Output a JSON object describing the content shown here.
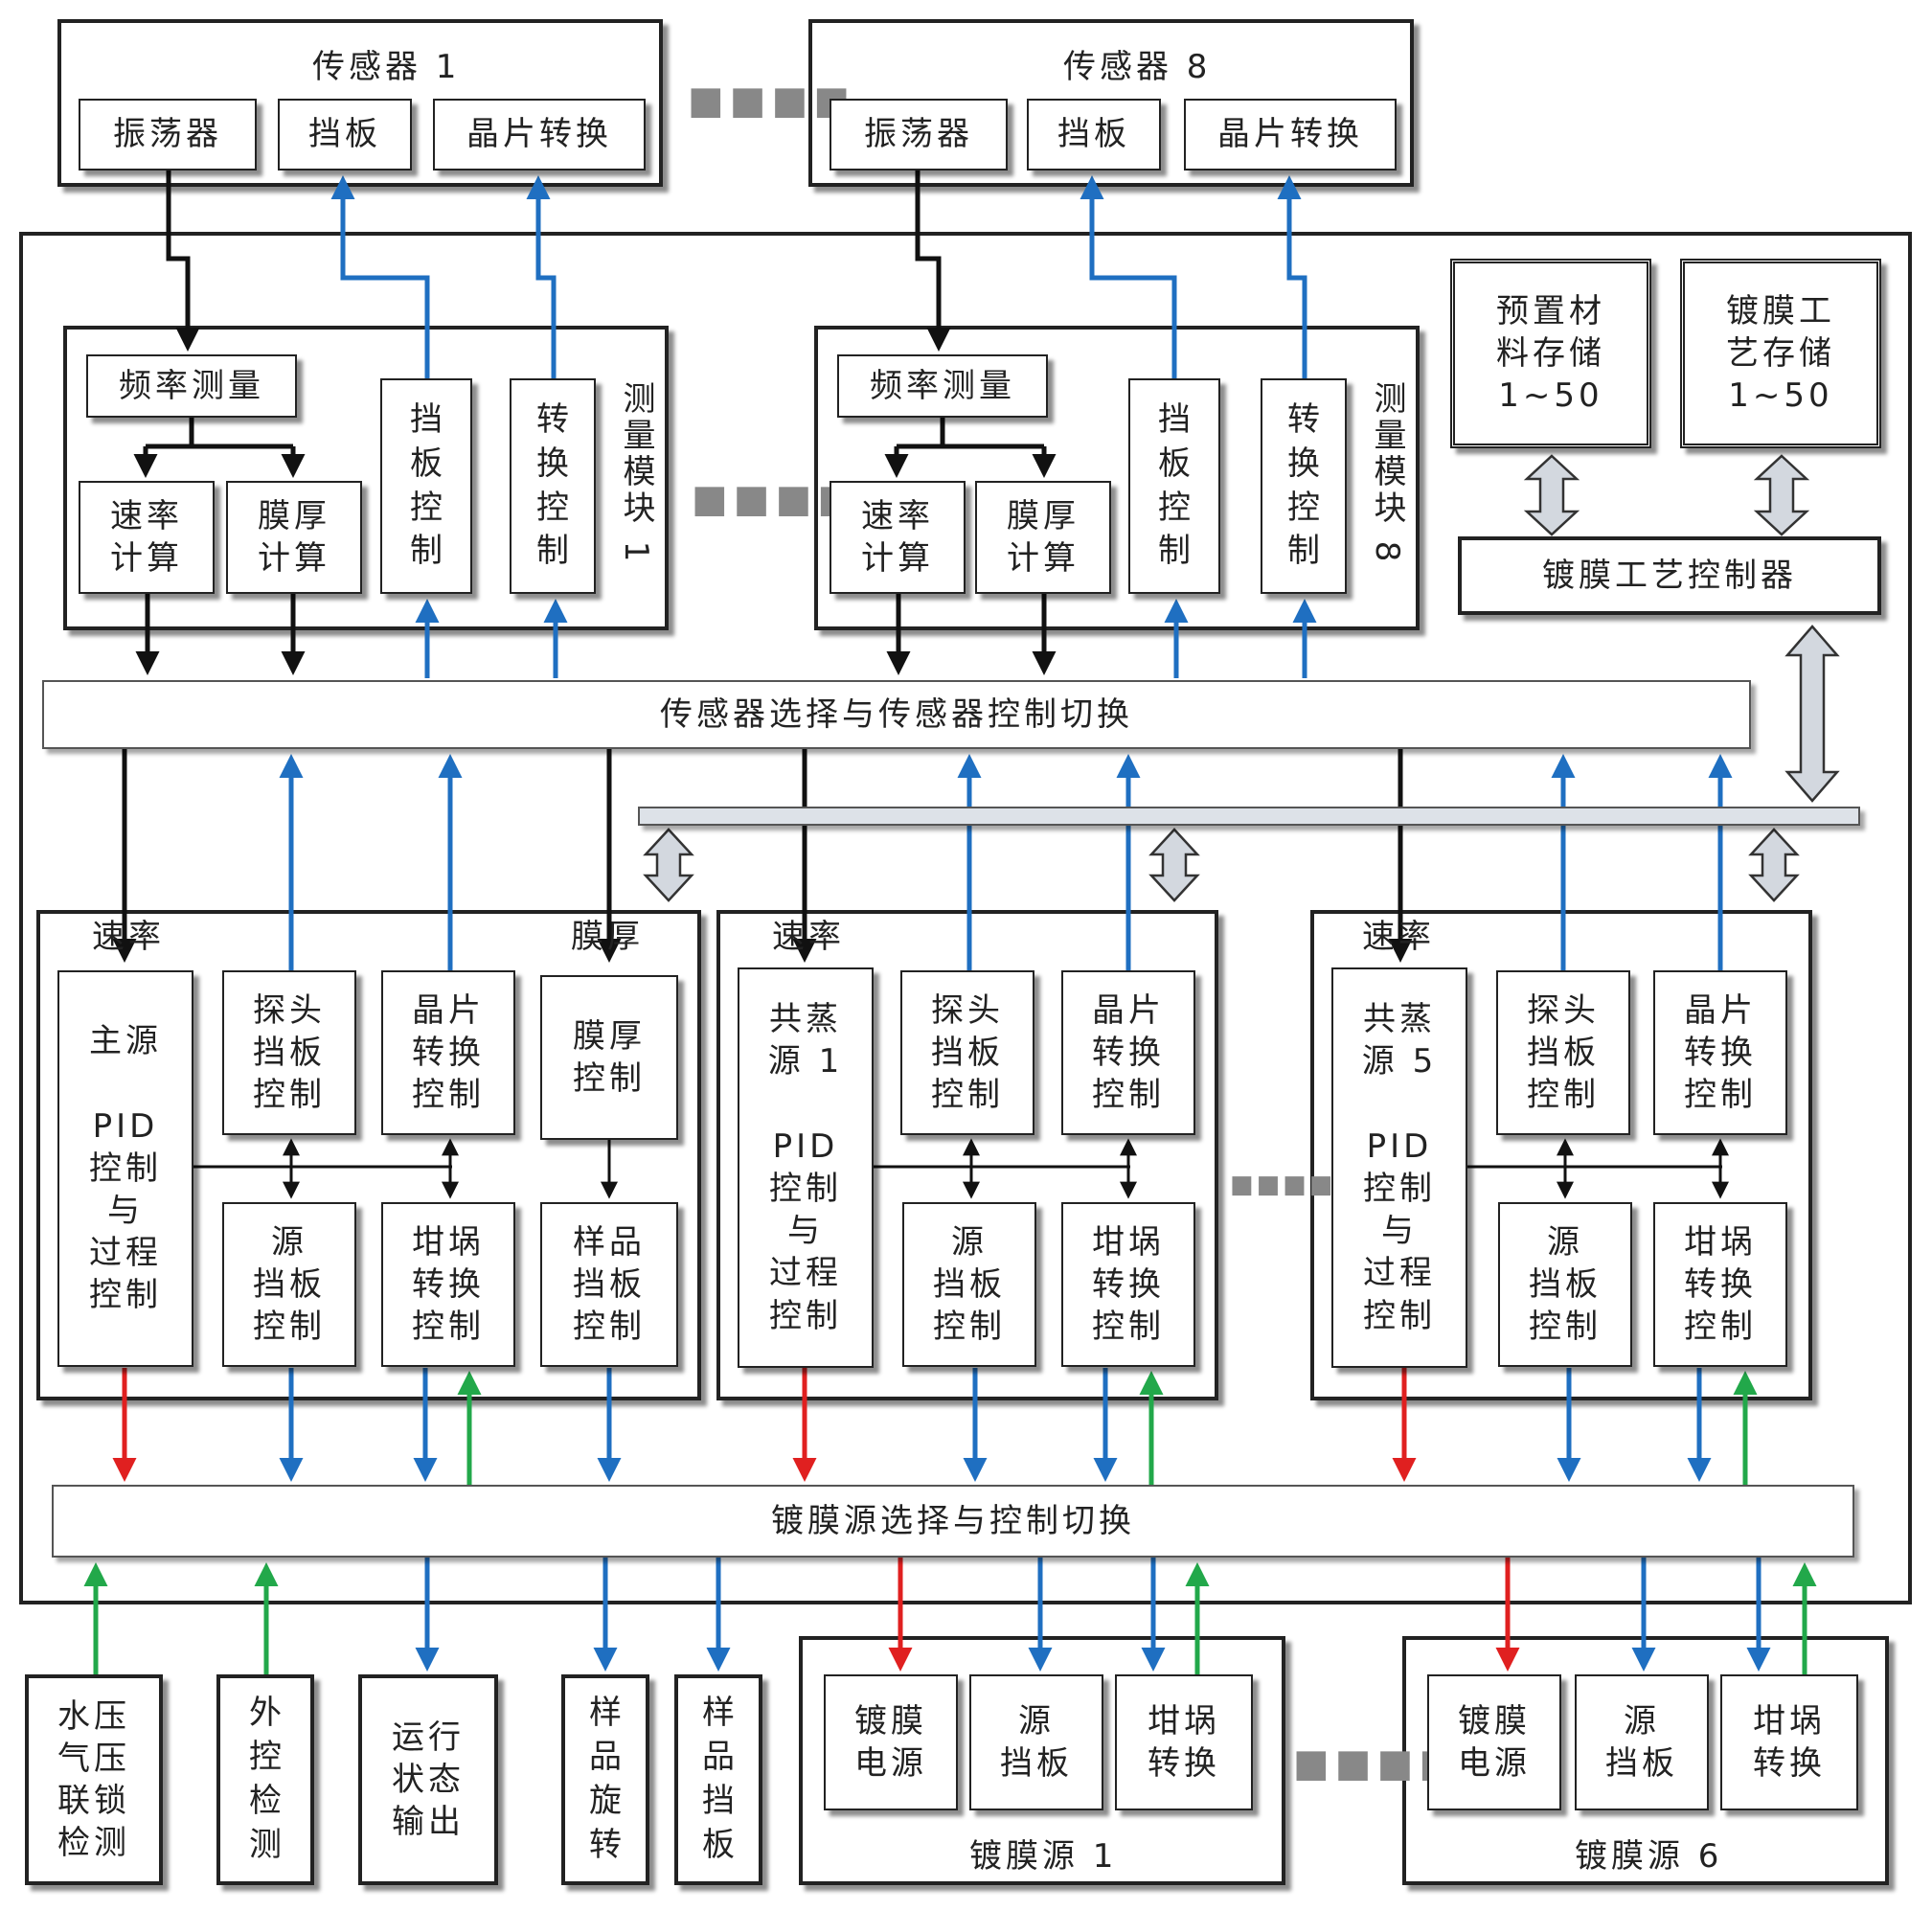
{
  "sensors": [
    {
      "title": "传感器 1",
      "oscillator": "振荡器",
      "shutter": "挡板",
      "crystal": "晶片转换"
    },
    {
      "title": "传感器 8",
      "oscillator": "振荡器",
      "shutter": "挡板",
      "crystal": "晶片转换"
    }
  ],
  "modules": [
    {
      "label": "测量模块 1",
      "freq": "频率测量",
      "rate": "速率\n计算",
      "thick": "膜厚\n计算",
      "shutter_ctrl": "挡板控制",
      "crystal_ctrl": "转换控制"
    },
    {
      "label": "测量模块 8",
      "freq": "频率测量",
      "rate": "速率\n计算",
      "thick": "膜厚\n计算",
      "shutter_ctrl": "挡板控制",
      "crystal_ctrl": "转换控制"
    }
  ],
  "storage": {
    "materials": "预置材\n料存储\n1~50",
    "process": "镀膜工\n艺存储\n1~50"
  },
  "controller": "镀膜工艺控制器",
  "sensor_bus": "传感器选择与传感器控制切换",
  "source_bus": "镀膜源选择与控制切换",
  "groups": [
    {
      "rate_label": "速率",
      "thick_label": "膜厚",
      "pid": "主源\n\nPID\n控制\n与\n过程\n控制",
      "probe": "探头\n挡板\n控制",
      "crystal": "晶片\n转换\n控制",
      "thick_ctrl": "膜厚\n控制",
      "source_shutter": "源\n挡板\n控制",
      "crucible": "坩埚\n转换\n控制",
      "sample_shutter": "样品\n挡板\n控制"
    },
    {
      "rate_label": "速率",
      "pid": "共蒸\n源 1\n\nPID\n控制\n与\n过程\n控制",
      "probe": "探头\n挡板\n控制",
      "crystal": "晶片\n转换\n控制",
      "source_shutter": "源\n挡板\n控制",
      "crucible": "坩埚\n转换\n控制"
    },
    {
      "rate_label": "速率",
      "pid": "共蒸\n源 5\n\nPID\n控制\n与\n过程\n控制",
      "probe": "探头\n挡板\n控制",
      "crystal": "晶片\n转换\n控制",
      "source_shutter": "源\n挡板\n控制",
      "crucible": "坩埚\n转换\n控制"
    }
  ],
  "io": {
    "water": "水压\n气压\n联锁\n检测",
    "external": "外控检测",
    "status": "运行\n状态\n输出",
    "rotate": "样品旋转",
    "sample": "样品挡板"
  },
  "sources": [
    {
      "title": "镀膜源 1",
      "power": "镀膜\n电源",
      "shutter": "源\n挡板",
      "crucible": "坩埚\n转换"
    },
    {
      "title": "镀膜源 6",
      "power": "镀膜\n电源",
      "shutter": "源\n挡板",
      "crucible": "坩埚\n转换"
    }
  ],
  "colors": {
    "black": "#111111",
    "blue": "#1f6fc1",
    "red": "#e02020",
    "green": "#22a84a",
    "bus_arrow_fill": "#d3d8df"
  }
}
